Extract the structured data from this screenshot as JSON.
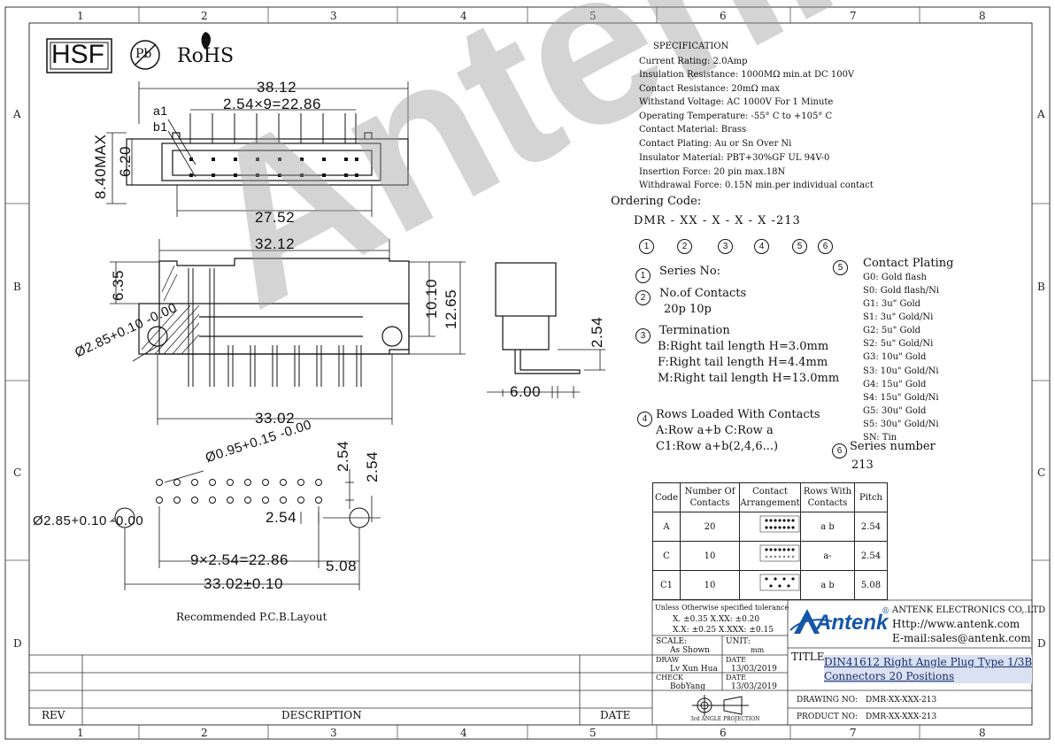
{
  "grid": {
    "columns": [
      "1",
      "2",
      "3",
      "4",
      "5",
      "6",
      "7",
      "8"
    ],
    "rows": [
      "A",
      "B",
      "C",
      "D"
    ]
  },
  "marks": {
    "hsf": "HSF",
    "pb": "Pb",
    "rohs": "RoHS"
  },
  "watermark": "Antenk",
  "dims": {
    "d3812": "38.12",
    "d2286": "2.54×9=22.86",
    "a1": "a1",
    "b1": "b1",
    "d840": "8.40MAX",
    "d620": "6.20",
    "d2752": "27.52",
    "d3212": "32.12",
    "d635": "6.35",
    "d1010": "10.10",
    "d1265": "12.65",
    "d254a": "2.54",
    "d600": "6.00",
    "dhole": "Ø2.85+0.10 -0.00",
    "d3302": "33.02",
    "d095": "Ø0.95+0.15 -0.00",
    "d254b": "2.54",
    "d254c": "2.54",
    "d254d": "2.54",
    "dhole2": "Ø2.85+0.10 -0.00",
    "d9x254": "9×2.54=22.86",
    "d508": "5.08",
    "d3302t": "33.02±0.10"
  },
  "pcb_label": "Recommended P.C.B.Layout",
  "spec": {
    "title": "SPECIFICATION",
    "lines": [
      "Current Rating:  2.0Amp",
      "Insulation Resistance:  1000MΩ  min.at DC 100V",
      "Contact Resistance:   20mΩ  max",
      "Withstand Voltage:    AC 1000V For 1 Minute",
      "Operating Temperature:  -55° C  to  +105° C",
      "Contact Material:     Brass",
      "Contact Plating:    Au or Sn Over Ni",
      "Insulator Material:     PBT+30%GF UL 94V-0",
      "Insertion Force:  20 pin max.18N",
      "Withdrawal Force:  0.15N min.per individual contact"
    ]
  },
  "ordering": {
    "label": "Ordering Code:",
    "code": "DMR - XX - X - X - X -213",
    "nums": [
      "1",
      "2",
      "3",
      "4",
      "5",
      "6"
    ],
    "series_no": "Series No:",
    "contacts_title": "No.of Contacts",
    "contacts_vals": "20p  10p",
    "termination_title": "Termination",
    "term": [
      "B:Right tail length H=3.0mm",
      "F:Right tail length H=4.4mm",
      "M:Right tail length H=13.0mm"
    ],
    "rows_title": "Rows Loaded With Contacts",
    "rows_a": "A:Row a+b      C:Row a",
    "rows_c1": "C1:Row a+b(2,4,6...)",
    "plating_title": "Contact Plating",
    "plating": [
      "G0: Gold flash",
      "S0: Gold flash/Ni",
      "G1:   3u\" Gold",
      "S1:   3u\" Gold/Ni",
      "G2:   5u\" Gold",
      "S2:   5u\" Gold/Ni",
      "G3: 10u\" Gold",
      "S3: 10u\" Gold/Ni",
      "G4: 15u\" Gold",
      "S4: 15u\" Gold/Ni",
      "G5: 30u\" Gold",
      "S5: 30u\" Gold/Ni",
      "SN: Tin"
    ],
    "series_title": "Series number",
    "series_val": "213"
  },
  "table": {
    "headers": [
      "Code",
      "Number Of Contacts",
      "Contact Arrangement",
      "Rows With Contacts",
      "Pitch"
    ],
    "rows": [
      {
        "code": "A",
        "num": "20",
        "rows": "a b",
        "pitch": "2.54"
      },
      {
        "code": "C",
        "num": "10",
        "rows": "a-",
        "pitch": "2.54"
      },
      {
        "code": "C1",
        "num": "10",
        "rows": "a b",
        "pitch": "5.08"
      }
    ]
  },
  "titleblock": {
    "tolerance": "Unless Otherwise specified tolerance",
    "tol1": "X.  ±0.35    X.XX: ±0.20",
    "tol2": "X.X: ±0.25   X.XXX: ±0.15",
    "scale_label": "SCALE:",
    "scale": "As Shown",
    "unit_label": "UNIT:",
    "unit": "mm",
    "draw_label": "DRAW",
    "drawer": "Lv Xun Hua",
    "date_label": "DATE",
    "draw_date": "13/03/2019",
    "check_label": "CHECK",
    "checker": "BobYang",
    "check_date": "13/03/2019",
    "projection": "3rd ANGLE PROJECTION",
    "company": "ANTENK ELECTRONICS CO,.LTD",
    "web": "Http://www.antenk.com",
    "email": "E-mail:sales@antenk.com",
    "logo": "Antenk",
    "reg": "®",
    "title_label": "TITLE:",
    "title1": "DIN41612 Right Angle Plug Type 1/3B",
    "title2": "Connectors 20 Positions",
    "drawing_no_label": "DRAWING NO:",
    "drawing_no": "DMR-XX-XXX-213",
    "product_no_label": "PRODUCT NO:",
    "product_no": "DMR-XX-XXX-213",
    "rev": "REV",
    "description": "DESCRIPTION",
    "date": "DATE"
  }
}
